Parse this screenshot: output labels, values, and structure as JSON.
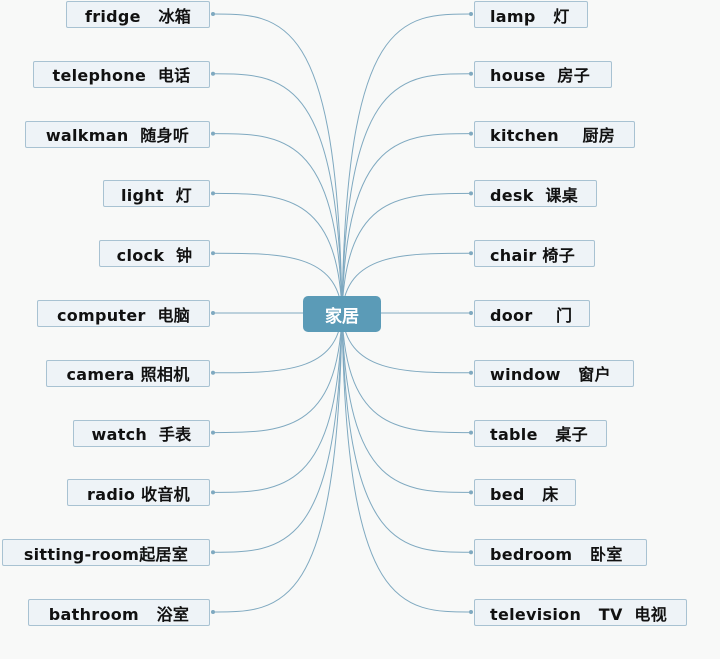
{
  "center": {
    "label": "家居"
  },
  "colors": {
    "link": "#7fa9c0",
    "center": "#5b9bb7",
    "node_fill": "#eef3f7",
    "node_border": "#a8c2d2"
  },
  "left": [
    {
      "label": "fridge   冰箱"
    },
    {
      "label": "telephone  电话"
    },
    {
      "label": "walkman  随身听"
    },
    {
      "label": "light  灯"
    },
    {
      "label": "clock  钟"
    },
    {
      "label": "computer  电脑"
    },
    {
      "label": "camera 照相机"
    },
    {
      "label": "watch  手表"
    },
    {
      "label": "radio 收音机"
    },
    {
      "label": "sitting-room起居室"
    },
    {
      "label": "bathroom   浴室"
    }
  ],
  "right": [
    {
      "label": "lamp   灯"
    },
    {
      "label": "house  房子"
    },
    {
      "label": "kitchen    厨房"
    },
    {
      "label": "desk  课桌"
    },
    {
      "label": "chair 椅子"
    },
    {
      "label": "door    门"
    },
    {
      "label": "window   窗户"
    },
    {
      "label": "table   桌子"
    },
    {
      "label": "bed   床"
    },
    {
      "label": "bedroom   卧室"
    },
    {
      "label": "television   TV  电视"
    }
  ]
}
